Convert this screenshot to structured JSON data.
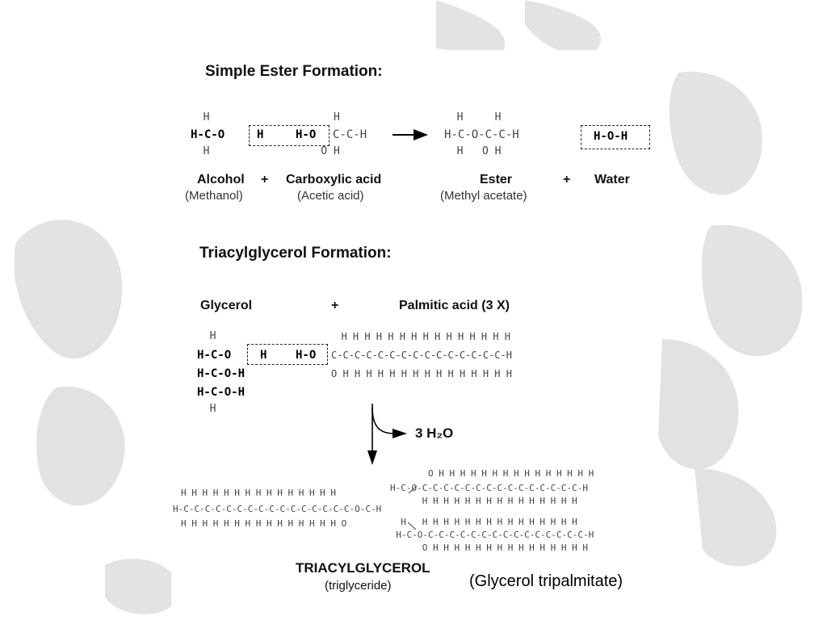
{
  "simple": {
    "title": "Simple Ester Formation:",
    "alcohol": {
      "label": "Alcohol",
      "name": "(Methanol)",
      "top": "  H",
      "mid": "H-C-O",
      "bot": "  H",
      "h": "H"
    },
    "plus1": "+",
    "acid": {
      "label": "Carboxylic acid",
      "name": "(Acetic acid)",
      "top": "      H",
      "mid": "H-O",
      "mid2": "C-C-H",
      "bot": "    O H"
    },
    "ester": {
      "label": "Ester",
      "name": "(Methyl acetate)",
      "top": "  H     H",
      "mid": "H-C-O-C-C-H",
      "bot": "  H   O H"
    },
    "plus2": "+",
    "water": {
      "label": "Water",
      "formula": "H-O-H"
    }
  },
  "tag": {
    "title": "Triacylglycerol Formation:",
    "glycerol_label": "Glycerol",
    "plus": "+",
    "palmitic_label": "Palmitic acid (3 X)",
    "glycerol": {
      "r0": "  H",
      "r1": "H-C-O",
      "r1h": "H",
      "r2": "H-C-O-H",
      "r3": "H-C-O-H",
      "r4": "  H"
    },
    "palmitic": {
      "top": "  H H H H H H H H H H H H H H H",
      "ho": "H-O",
      "mid": "C-C-C-C-C-C-C-C-C-C-C-C-C-C-C-H",
      "bot": "O H H H H H H H H H H H H H H H"
    },
    "water_product": "3 H₂O",
    "product": {
      "left_top": "H H H H H H H H H H H H H H H",
      "left_mid": "H-C-C-C-C-C-C-C-C-C-C-C-C-C-C-C-C-O-C-H",
      "left_bot": "H H H H H H H H H H H H H H H O",
      "tr_top": "O H H H H H H H H H H H H H H H",
      "tr_mid": "H-C-O-C-C-C-C-C-C-C-C-C-C-C-C-C-C-C-H",
      "tr_bot": "      H H H H H H H H H H H H H H H",
      "br_top": "  H   H H H H H H H H H H H H H H H",
      "br_mid": "  H-C-O-C-C-C-C-C-C-C-C-C-C-C-C-C-C-C-H",
      "br_bot": "      O H H H H H H H H H H H H H H H"
    },
    "product_name": "TRIACYLGLYCEROL",
    "product_alias": "(triglyceride)"
  },
  "note": "(Glycerol tripalmitate)"
}
